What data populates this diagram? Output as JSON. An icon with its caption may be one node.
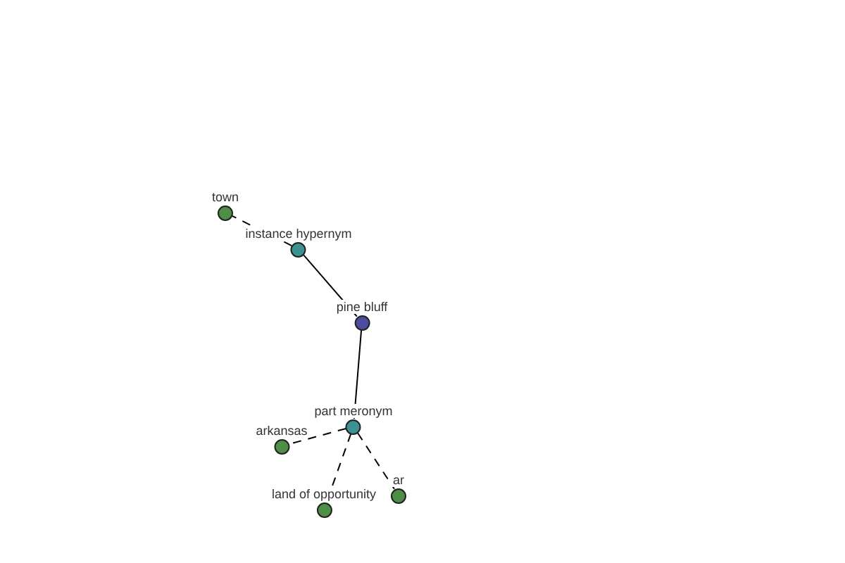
{
  "diagram": {
    "nodes": [
      {
        "text": [
          "town"
        ]
      },
      {
        "text": [
          "instance hypernym"
        ]
      },
      {
        "text": [
          "pine bluff"
        ]
      },
      {
        "text": [
          "part meronym"
        ]
      },
      {
        "text": [
          "arkansas"
        ]
      },
      {
        "text": [
          "land of opportunity"
        ]
      },
      {
        "text": [
          "ar"
        ]
      }
    ],
    "edges": [
      {
        "from": 1,
        "to": 0,
        "arrow": "none",
        "style": "dashed"
      },
      {
        "from": 2,
        "to": 1,
        "arrow": "none"
      },
      {
        "from": 2,
        "to": 3,
        "arrow": "none"
      },
      {
        "from": 3,
        "to": 4,
        "arrow": "none",
        "style": "dashed"
      },
      {
        "from": 3,
        "to": 5,
        "arrow": "none",
        "style": "dashed"
      },
      {
        "from": 3,
        "to": 6,
        "arrow": "none",
        "style": "dashed"
      }
    ]
  }
}
